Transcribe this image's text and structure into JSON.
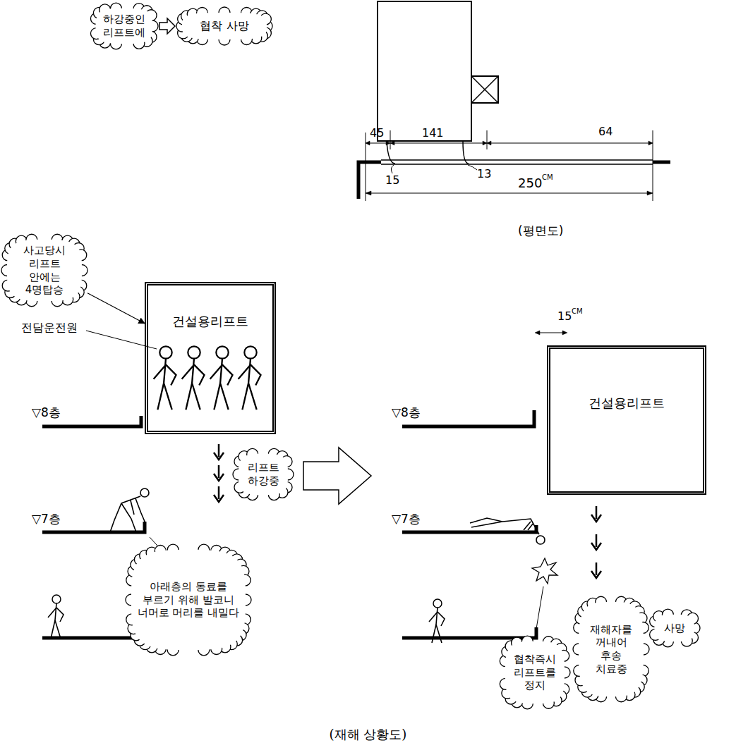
{
  "diagram": {
    "caption": "(재해 상황도)",
    "nodes": [
      {
        "text": [
          "하강중인 리프트에"
        ]
      },
      {
        "text": [
          "협착 사망"
        ]
      },
      {
        "text": [
          "사고당시 리프트 안에는 4명탑승"
        ]
      },
      {
        "text": [
          "건설용리프트"
        ]
      },
      {
        "text": [
          "리프트 하강중"
        ]
      },
      {
        "text": [
          "건설용리프트"
        ]
      },
      {
        "text": [
          "아래층의 동료를 부르기 위해 발코니 너머로 머리를 내밀다"
        ]
      },
      {
        "text": [
          "협착즉시 리프트를 정지"
        ]
      },
      {
        "text": [
          "재해자를 꺼내어 후송 치료중"
        ]
      },
      {
        "text": [
          "사망"
        ]
      }
    ],
    "edges": [
      {
        "from": 0,
        "to": 1,
        "arrow": "to"
      },
      {
        "from": 2,
        "to": 3,
        "arrow": "to"
      }
    ],
    "labels": [
      "45",
      "141",
      "64",
      "15",
      "13",
      "250",
      "CM",
      "(평면도)",
      "전담운전원",
      "▽8층",
      "▽7층",
      "▽8층",
      "▽7층",
      "15",
      "CM"
    ]
  }
}
